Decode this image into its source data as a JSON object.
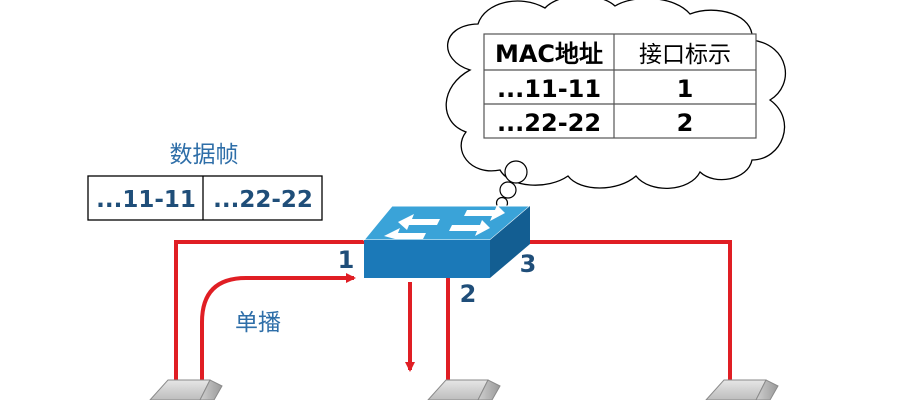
{
  "mac_table": {
    "headers": [
      "MAC地址",
      "接口标示"
    ],
    "rows": [
      [
        "...11-11",
        "1"
      ],
      [
        "...22-22",
        "2"
      ]
    ]
  },
  "frame": {
    "title": "数据帧",
    "fields": [
      "...11-11",
      "...22-22"
    ]
  },
  "ports": [
    "1",
    "2",
    "3"
  ],
  "unicast_label": "单播",
  "colors": {
    "link": "#e01e24",
    "switch_top": "#3aa3d8",
    "switch_side": "#1b79b8",
    "label_blue": "#1f4e79",
    "title_blue": "#2e6ea8",
    "text_dark": "#000000"
  }
}
